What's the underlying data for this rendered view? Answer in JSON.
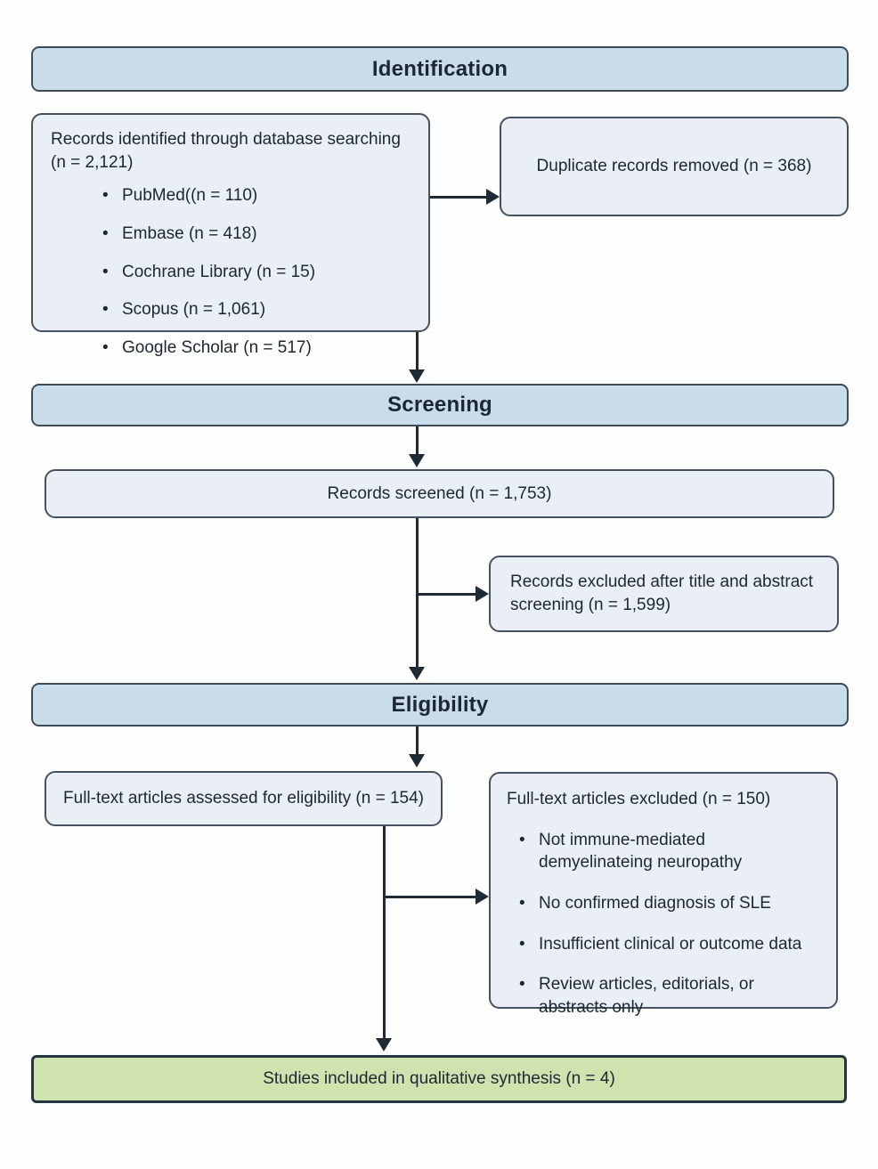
{
  "diagram": {
    "type": "prisma-flow",
    "colors": {
      "stage_bar_fill": "#c8dcea",
      "box_fill": "#e9eff5",
      "included_fill": "#cfe3ae",
      "border": "#3e4b58",
      "arrow": "#1e2a36",
      "text": "#1c2733"
    }
  },
  "stages": {
    "identification": {
      "label": "Identification"
    },
    "screening": {
      "label": "Screening"
    },
    "eligibility": {
      "label": "Eligibility"
    }
  },
  "boxes": {
    "records_identified": {
      "title": "Records identified through database searching",
      "count": "(n = 2,121)",
      "bullets": [
        "PubMed((n = 110)",
        "Embase (n = 418)",
        "Cochrane Library (n = 15)",
        "Scopus (n = 1,061)",
        "Google Scholar (n = 517)"
      ]
    },
    "duplicates_removed": {
      "text": "Duplicate records removed (n = 368)"
    },
    "records_screened": {
      "text": "Records screened (n = 1,753)"
    },
    "records_excluded": {
      "text": "Records excluded after title and abstract screening (n = 1,599)"
    },
    "fulltext_assessed": {
      "text": "Full-text articles assessed for eligibility (n = 154)"
    },
    "fulltext_excluded": {
      "title": "Full-text articles excluded (n = 150)",
      "bullets": [
        "Not immune-mediated demyelinateing neuropathy",
        "No confirmed diagnosis of SLE",
        "Insufficient clinical or outcome data",
        "Review articles, editorials, or abstracts only"
      ]
    },
    "studies_included": {
      "text": "Studies included in qualitative synthesis (n = 4)"
    }
  }
}
